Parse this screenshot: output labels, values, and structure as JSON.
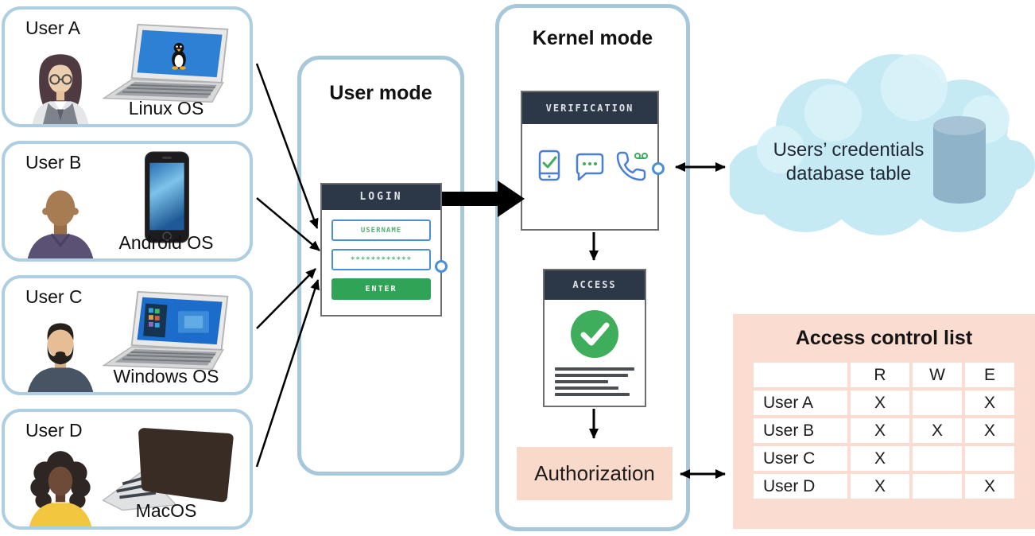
{
  "users": [
    {
      "name": "User A",
      "os": "Linux OS",
      "avatar_icon": "woman-glasses-avatar",
      "device_icon": "linux-laptop-icon"
    },
    {
      "name": "User B",
      "os": "Android OS",
      "avatar_icon": "bald-man-avatar",
      "device_icon": "android-phone-icon"
    },
    {
      "name": "User C",
      "os": "Windows OS",
      "avatar_icon": "bearded-man-avatar",
      "device_icon": "windows-laptop-icon"
    },
    {
      "name": "User D",
      "os": "MacOS",
      "avatar_icon": "curly-hair-woman-avatar",
      "device_icon": "macbook-icon"
    }
  ],
  "user_mode": {
    "title": "User mode",
    "login": {
      "header": "LOGIN",
      "username_placeholder": "USERNAME",
      "password_value": "************",
      "enter_label": "ENTER"
    }
  },
  "kernel_mode": {
    "title": "Kernel mode",
    "verification": {
      "header": "VERIFICATION",
      "icons": [
        "device-check-icon",
        "chat-dots-icon",
        "phone-voicemail-icon"
      ]
    },
    "access": {
      "header": "ACCESS",
      "icon": "check-circle-icon"
    },
    "authorization_label": "Authorization"
  },
  "cloud": {
    "line1": "Users’ credentials",
    "line2": "database table",
    "icon": "database-cylinder-icon"
  },
  "acl": {
    "title": "Access control list",
    "columns": [
      "",
      "R",
      "W",
      "E"
    ],
    "rows": [
      {
        "user": "User A",
        "r": "X",
        "w": "",
        "e": "X"
      },
      {
        "user": "User B",
        "r": "X",
        "w": "X",
        "e": "X"
      },
      {
        "user": "User C",
        "r": "X",
        "w": "",
        "e": ""
      },
      {
        "user": "User D",
        "r": "X",
        "w": "",
        "e": "X"
      }
    ]
  },
  "colors": {
    "box_border": "#aecfe2",
    "panel_header": "#2c3848",
    "accent_green": "#31a356",
    "field_blue": "#4a90d9",
    "authorization_peach": "#f9d9ca",
    "acl_pink": "#fbdcd1",
    "cloud_blue": "#c6eaf3",
    "db_cylinder": "#8fb4ca"
  }
}
